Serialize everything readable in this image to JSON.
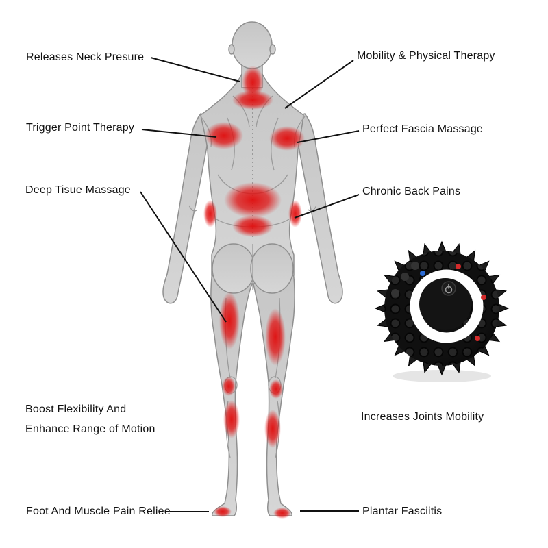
{
  "page": {
    "background": "#ffffff",
    "type": "product-benefits-infographic"
  },
  "labels": {
    "neck": "Releases Neck Presure",
    "mobility": "Mobility & Physical Therapy",
    "trigger": "Trigger Point Therapy",
    "fascia": "Perfect Fascia Massage",
    "deep": "Deep Tisue Massage",
    "chronic": "Chronic Back Pains",
    "boost_line1": "Boost Flexibility And",
    "boost_line2": "Enhance Range of Motion",
    "joints": "Increases Joints Mobility",
    "foot": "Foot And Muscle Pain Reliee",
    "plantar": "Plantar Fasciitis"
  },
  "colors": {
    "text": "#111111",
    "leader_line": "#111111",
    "pain_highlight": "#e01010",
    "figure_gray": "#cdcdcd",
    "ball_body": "#141414",
    "ball_ring": "#ffffff",
    "led_red": "#d42b2b",
    "led_blue": "#2b6bd4"
  },
  "illustrations": {
    "figure": "human-back-anatomy-figure",
    "ball": "spiky-massage-ball"
  }
}
